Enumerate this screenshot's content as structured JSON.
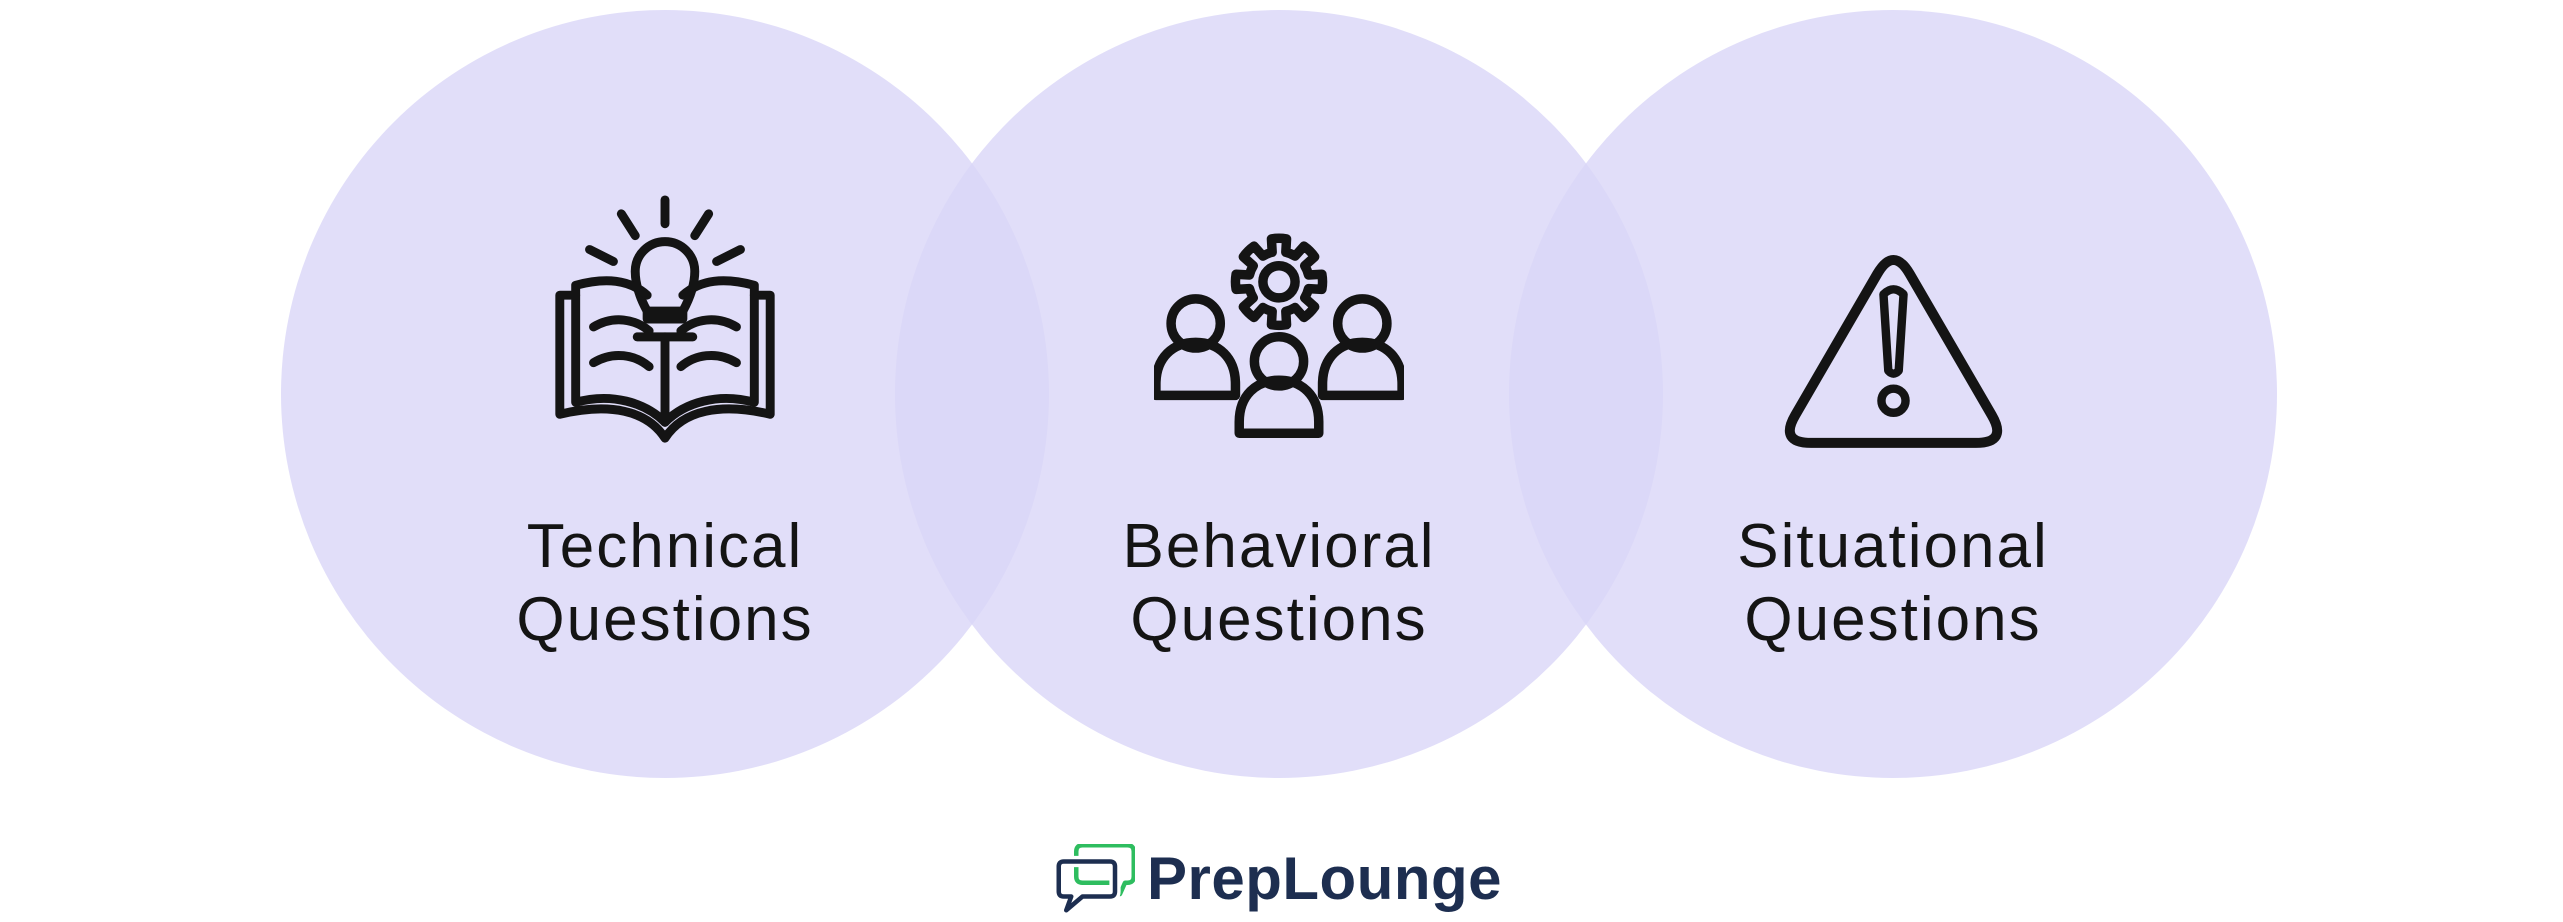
{
  "circles": [
    {
      "label": "Technical Questions",
      "icon": "book-lightbulb-icon"
    },
    {
      "label": "Behavioral Questions",
      "icon": "team-gear-icon"
    },
    {
      "label": "Situational Questions",
      "icon": "warning-triangle-icon"
    }
  ],
  "logo": {
    "name": "PrepLounge",
    "icon": "chat-bubbles-icon"
  },
  "colors": {
    "circle_fill": "rgba(217, 214, 248, 0.8)",
    "label_color": "#141414",
    "icon_stroke": "#141414",
    "logo_navy": "#1d2e50",
    "logo_green": "#2ebd5f"
  }
}
